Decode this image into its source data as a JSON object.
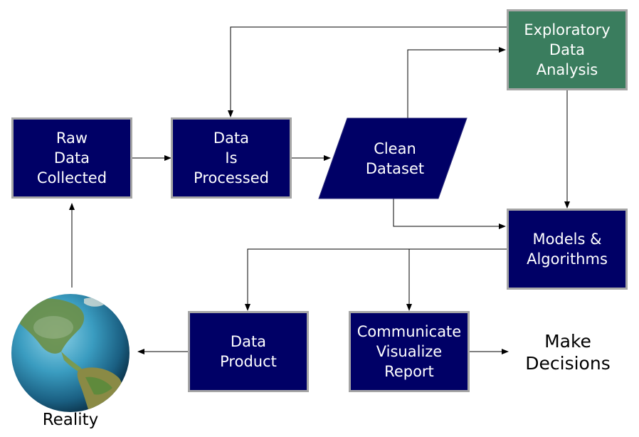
{
  "nodes": {
    "raw": "Raw\nData\nCollected",
    "processed": "Data\nIs\nProcessed",
    "clean": "Clean\nDataset",
    "eda": "Exploratory\nData\nAnalysis",
    "models": "Models &\nAlgorithms",
    "product": "Data\nProduct",
    "communicate": "Communicate\nVisualize\nReport",
    "decisions": "Make\nDecisions",
    "reality": "Reality"
  },
  "colors": {
    "process_box": "#000066",
    "eda_box": "#3a7d5e",
    "border": "#a6a6a6"
  }
}
